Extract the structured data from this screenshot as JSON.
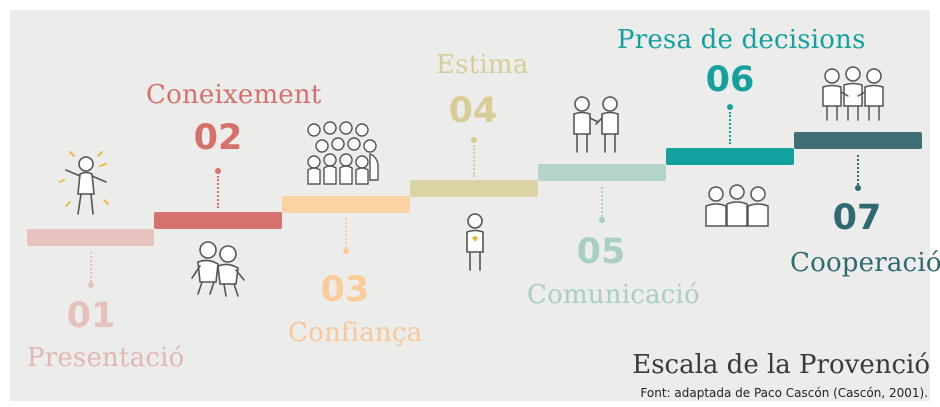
{
  "title": "Escala de la Provenció",
  "credit": "Font: adaptada de Paco Cascón (Cascón, 2001).",
  "steps": [
    {
      "number": "01",
      "label": "Presentació",
      "color": "#e7c3c0",
      "numColor": "#e6c2bf"
    },
    {
      "number": "02",
      "label": "Coneixement",
      "color": "#d6726e",
      "numColor": "#d5706c"
    },
    {
      "number": "03",
      "label": "Confiança",
      "color": "#fad2a4",
      "numColor": "#f9cc99"
    },
    {
      "number": "04",
      "label": "Estima",
      "color": "#dcd3a5",
      "numColor": "#d8cd98"
    },
    {
      "number": "05",
      "label": "Comunicació",
      "color": "#b4d4c7",
      "numColor": "#a8cfc2"
    },
    {
      "number": "06",
      "label": "Presa de decisions",
      "color": "#14a19e",
      "numColor": "#14a19e"
    },
    {
      "number": "07",
      "label": "Cooperació",
      "color": "#3f6e76",
      "numColor": "#2f6a72"
    }
  ],
  "icons": [
    "waving-person-icon",
    "two-people-hugging-icon",
    "crowd-icon",
    "person-hands-heart-icon",
    "two-people-talking-icon",
    "three-people-group-icon",
    "three-people-cooperating-icon"
  ]
}
